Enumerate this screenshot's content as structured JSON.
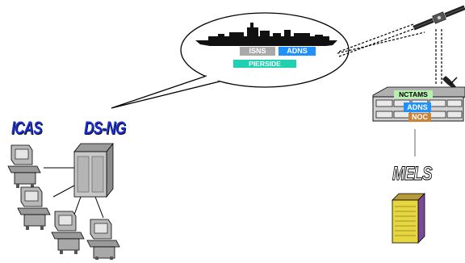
{
  "labels": {
    "isns": "ISNS",
    "adns_ship": "ADNS",
    "pierside": "PIERSIDE",
    "nctams": "NCTAMS",
    "adns_shore": "ADNS",
    "noc": "NOC",
    "icas": "ICAS",
    "dsng": "DS-NG",
    "mels": "MELS"
  },
  "colors": {
    "isns": "#a9a9a9",
    "adns": "#1e90ff",
    "pierside": "#1fd1b0",
    "nctams": "#b8f0b0",
    "noc": "#c8843a",
    "title_blue": "#1a2fd0",
    "mels_device": "#e6d640",
    "mels_side": "#7a4a9a"
  },
  "icons": {
    "ship": "ship-icon",
    "satellite": "satellite-icon",
    "dish": "satellite-dish-icon",
    "server_rack": "server-rack-icon",
    "workstation": "workstation-icon",
    "mels_device": "storage-device-icon"
  }
}
